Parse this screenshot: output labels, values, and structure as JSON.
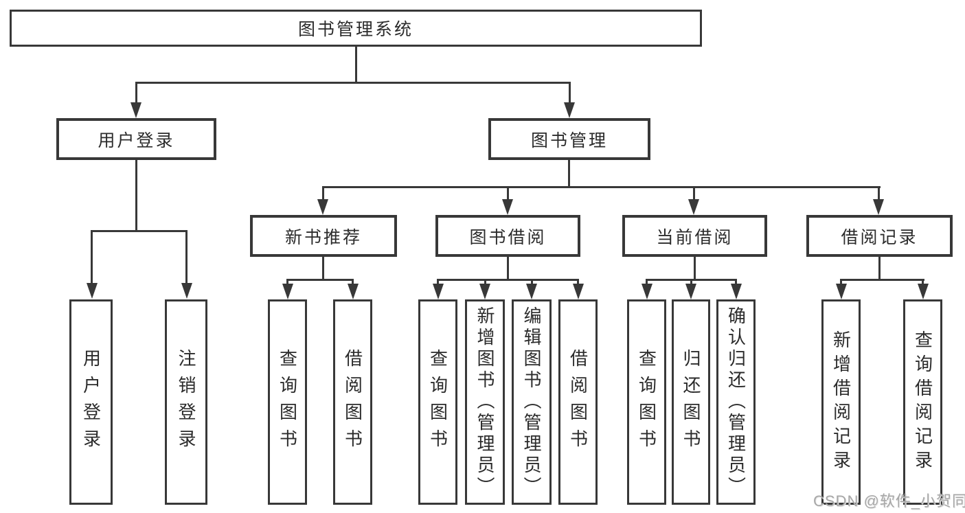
{
  "tree": {
    "root": "图书管理系统",
    "user_login": {
      "label": "用户登录",
      "leaves": [
        "用户登录",
        "注销登录"
      ]
    },
    "book_mgmt": {
      "label": "图书管理",
      "modules": {
        "new_book_recommend": {
          "label": "新书推荐",
          "leaves": [
            "查询图书",
            "借阅图书"
          ]
        },
        "book_borrow": {
          "label": "图书借阅",
          "leaves": [
            "查询图书",
            "新增图书（管理员）",
            "编辑图书（管理员）",
            "借阅图书"
          ]
        },
        "current_borrow": {
          "label": "当前借阅",
          "leaves": [
            "查询图书",
            "归还图书",
            "确认归还（管理员）"
          ]
        },
        "borrow_records": {
          "label": "借阅记录",
          "leaves": [
            "新增借阅记录",
            "查询借阅记录"
          ]
        }
      }
    }
  },
  "watermark": {
    "text": "CSDN @软件_小贺同学"
  },
  "colors": {
    "line": "#383838",
    "text": "#2b2b2b",
    "watermark": "#a8a8a8",
    "background": "#ffffff"
  }
}
